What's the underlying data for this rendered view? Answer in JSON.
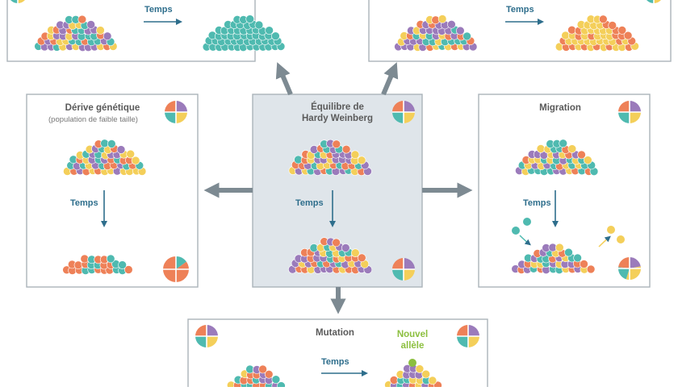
{
  "colors": {
    "purple": "#9b7bbb",
    "teal": "#4fbab0",
    "yellow": "#f4cf5a",
    "orange": "#ee8158",
    "box_border": "#aab4ba",
    "center_fill": "#dfe5ea",
    "arrow": "#7d8a92",
    "time_arrow": "#2e6e8c",
    "label": "#2e6e8c",
    "new_allele": "#8cbf3f"
  },
  "labels": {
    "time": "Temps",
    "center_title_1": "Équilibre de",
    "center_title_2": "Hardy Weinberg",
    "drift_title": "Dérive génétique",
    "drift_subtitle": "(population de faible taille)",
    "migration_title": "Migration",
    "mutation_title": "Mutation",
    "new_allele_1": "Nouvel",
    "new_allele_2": "allèle"
  },
  "icons": {
    "pie": "allele-frequency-pie-icon",
    "ball": "allele-ball-icon"
  }
}
